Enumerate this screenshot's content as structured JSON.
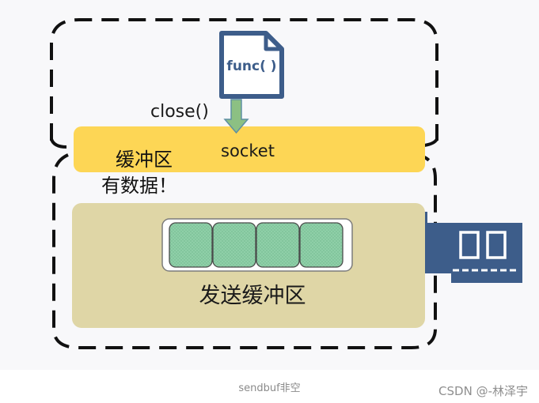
{
  "diagram": {
    "file_label": "func( )",
    "close_label": "close()",
    "socket_label": "socket",
    "note_line1": "缓冲区",
    "note_line2": "有数据！",
    "send_buffer_label": "发送缓冲区",
    "buffer_blocks": [
      {
        "state": "filled"
      },
      {
        "state": "filled"
      },
      {
        "state": "filled"
      },
      {
        "state": "filled"
      }
    ]
  },
  "caption": "sendbuf非空",
  "watermark": "CSDN @-林泽宇",
  "colors": {
    "socket_bar": "#fdd655",
    "buffer_panel": "#dfd6a6",
    "block_fill": "#8fcfa8",
    "nic": "#3d5d8a",
    "file_border": "#3d5d8a",
    "arrow": "#8cc083",
    "outline": "#111111"
  }
}
